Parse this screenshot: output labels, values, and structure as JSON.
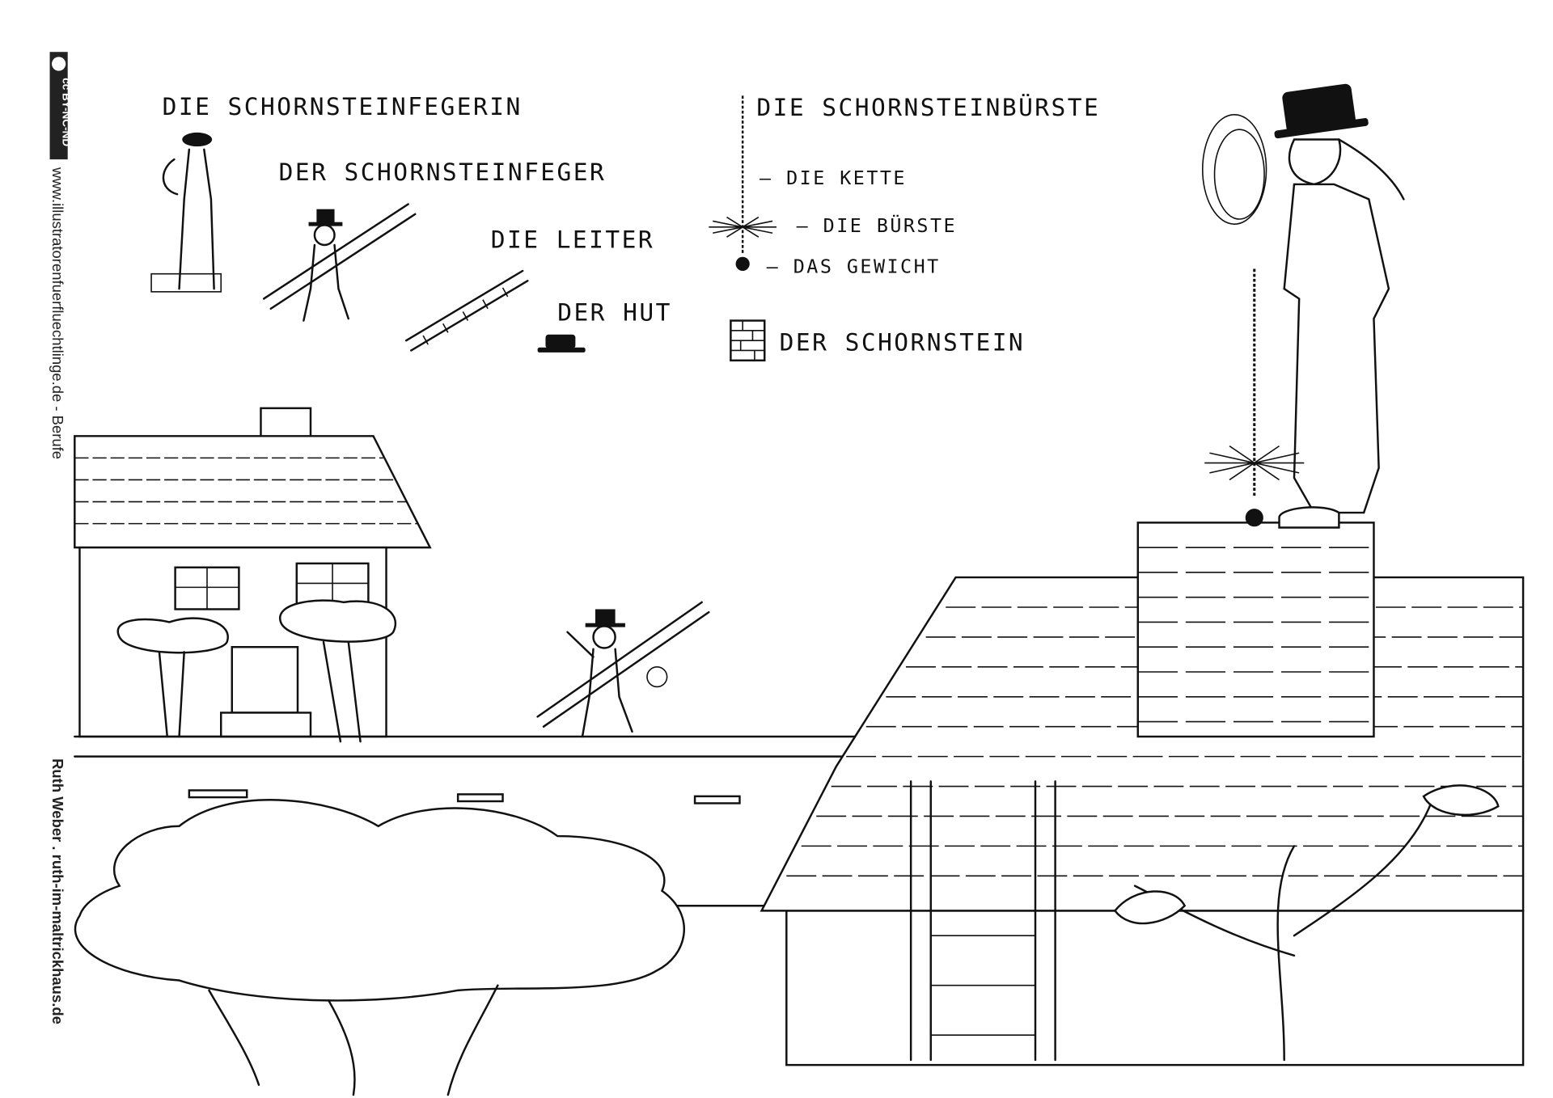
{
  "sidebar": {
    "license_badge": "cc BY-NC-ND",
    "website_text": "www.illustratorenfuerfluechtlinge.de - Berufe",
    "author_text": "Ruth Weber . ruth-im-maltrickhaus.de"
  },
  "vocabulary": {
    "chimney_sweep_female": "DIE SCHORNSTEINFEGERIN",
    "chimney_sweep_male": "DER SCHORNSTEINFEGER",
    "ladder": "DIE LEITER",
    "hat": "DER HUT",
    "chimney_brush": "DIE SCHORNSTEINBÜRSTE",
    "chain": "– DIE KETTE",
    "brush": "– DIE BÜRSTE",
    "weight": "– DAS GEWICHT",
    "chimney": "DER SCHORNSTEIN"
  }
}
